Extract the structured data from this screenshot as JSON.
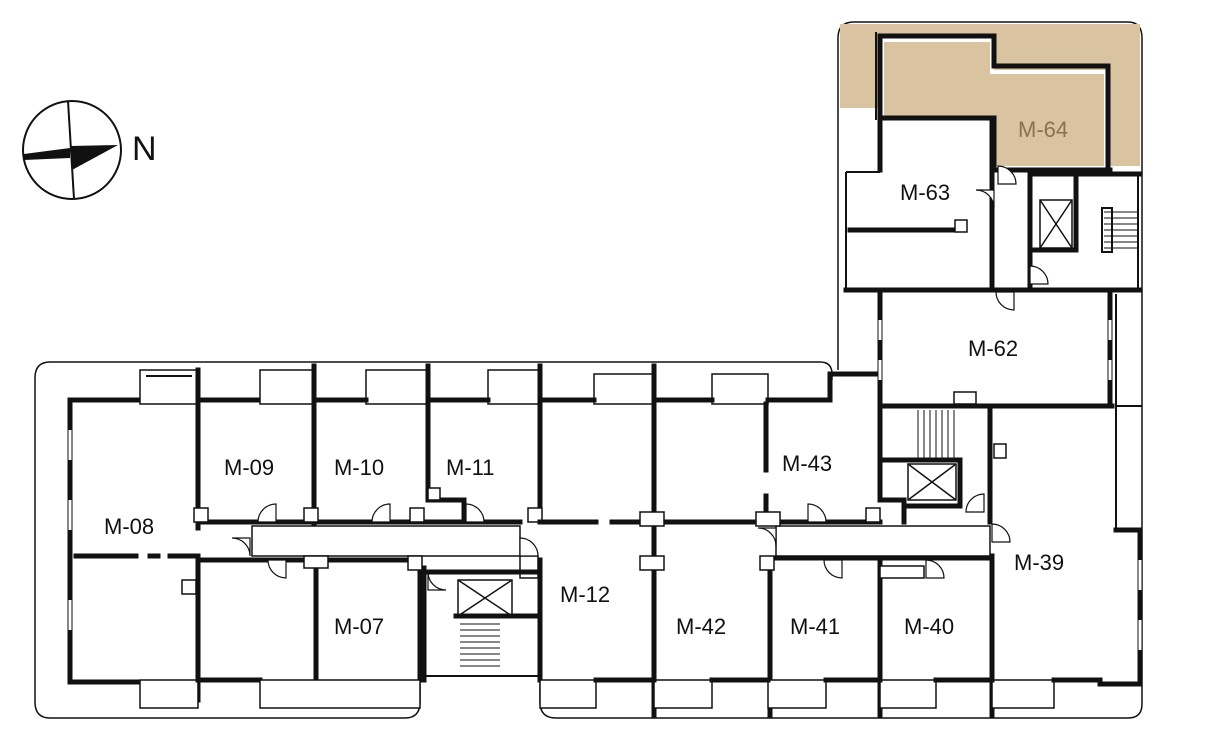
{
  "compass": {
    "north_label": "N"
  },
  "colors": {
    "highlight_fill": "#d9c3a1",
    "highlight_text": "#8a7250",
    "wall": "#111111"
  },
  "rooms": {
    "m08": "M-08",
    "m09": "M-09",
    "m10": "M-10",
    "m11": "M-11",
    "m07": "M-07",
    "m12": "M-12",
    "m42": "M-42",
    "m41": "M-41",
    "m40": "M-40",
    "m43": "M-43",
    "m39": "M-39",
    "m62": "M-62",
    "m63": "M-63",
    "m64": "M-64"
  },
  "highlighted_room": "M-64"
}
